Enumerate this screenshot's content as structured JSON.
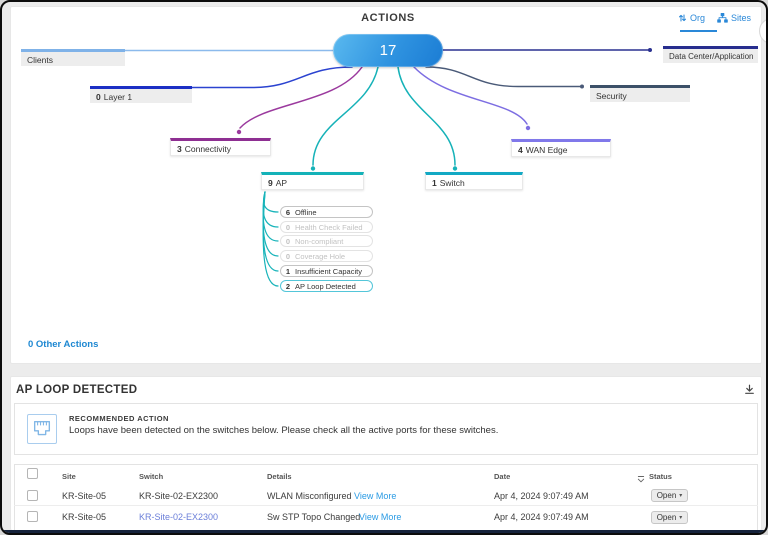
{
  "actions_panel": {
    "title": "ACTIONS",
    "total_count": "17",
    "tabs": {
      "org": "Org",
      "sites": "Sites"
    },
    "nodes": {
      "clients": {
        "label": "Clients"
      },
      "data_center": {
        "label": "Data Center/Application"
      },
      "layer1": {
        "count": "0",
        "label": "Layer 1"
      },
      "security": {
        "label": "Security"
      },
      "connectivity": {
        "count": "3",
        "label": "Connectivity"
      },
      "wan_edge": {
        "count": "4",
        "label": "WAN Edge"
      },
      "ap": {
        "count": "9",
        "label": "AP"
      },
      "switch": {
        "count": "1",
        "label": "Switch"
      }
    },
    "ap_children": [
      {
        "count": "6",
        "label": "Offline"
      },
      {
        "count": "0",
        "label": "Health Check Failed"
      },
      {
        "count": "0",
        "label": "Non-compliant"
      },
      {
        "count": "0",
        "label": "Coverage Hole"
      },
      {
        "count": "1",
        "label": "Insufficient Capacity"
      },
      {
        "count": "2",
        "label": "AP Loop Detected"
      }
    ],
    "other_actions_link": "0 Other Actions"
  },
  "detail_panel": {
    "title": "AP LOOP DETECTED",
    "recommended_action_label": "RECOMMENDED ACTION",
    "recommended_action_text": "Loops have been detected on the switches below. Please check all the active ports for these switches.",
    "table": {
      "columns": {
        "site": "Site",
        "switch": "Switch",
        "details": "Details",
        "date": "Date",
        "status": "Status"
      },
      "rows": [
        {
          "site": "KR-Site-05",
          "switch": "KR-Site-02-EX2300",
          "details": "WLAN Misconfigured",
          "details_link": "View More",
          "date": "Apr 4, 2024 9:07:49 AM",
          "status": "Open"
        },
        {
          "site": "KR-Site-05",
          "switch": "KR-Site-02-EX2300",
          "details": "Sw STP Topo Changed",
          "details_link": "View More",
          "date": "Apr 4, 2024 9:07:49 AM",
          "status": "Open"
        }
      ]
    }
  },
  "colors": {
    "accent_blue": "#2a88d8",
    "teal": "#16b2b8",
    "magenta": "#9b3a9e",
    "violet": "#7d6ee2",
    "navy": "#2a3190",
    "royal_blue": "#2b43d0",
    "slate": "#4a5a78",
    "light_blue": "#8cbaec",
    "link_blue": "#2b9be4",
    "visited_link": "#6b7fd9",
    "footer_navy": "#16233c"
  }
}
